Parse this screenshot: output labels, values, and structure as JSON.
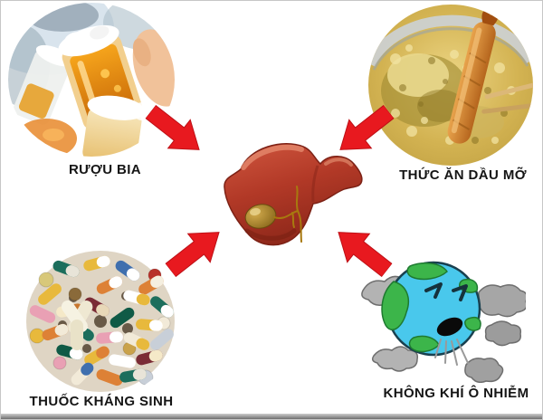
{
  "diagram": {
    "type": "health-infographic",
    "topic": "things that damage the liver",
    "center": {
      "name": "liver-illustration"
    },
    "causes": [
      {
        "id": "alcohol",
        "label": "RƯỢU BIA",
        "illustration": "beer-toast-photo",
        "position": "top-left"
      },
      {
        "id": "fatty-food",
        "label": "THỨC ĂN DẦU MỠ",
        "illustration": "deep-fried-shrimp-photo",
        "position": "top-right"
      },
      {
        "id": "antibiotics",
        "label": "THUỐC KHÁNG SINH",
        "illustration": "colorful-pills-photo",
        "position": "bottom-left"
      },
      {
        "id": "air-pollution",
        "label": "KHÔNG KHÍ Ô NHIỄM",
        "illustration": "coughing-earth-cartoon",
        "position": "bottom-right"
      }
    ],
    "colors": {
      "arrow": "#e8191f",
      "arrow_edge": "#bd1016",
      "liver_main": "#b23927",
      "label_text": "#151515",
      "earth_ocean": "#49c8ec",
      "earth_land": "#3cb54a",
      "smoke": "#b3b3b3"
    }
  }
}
